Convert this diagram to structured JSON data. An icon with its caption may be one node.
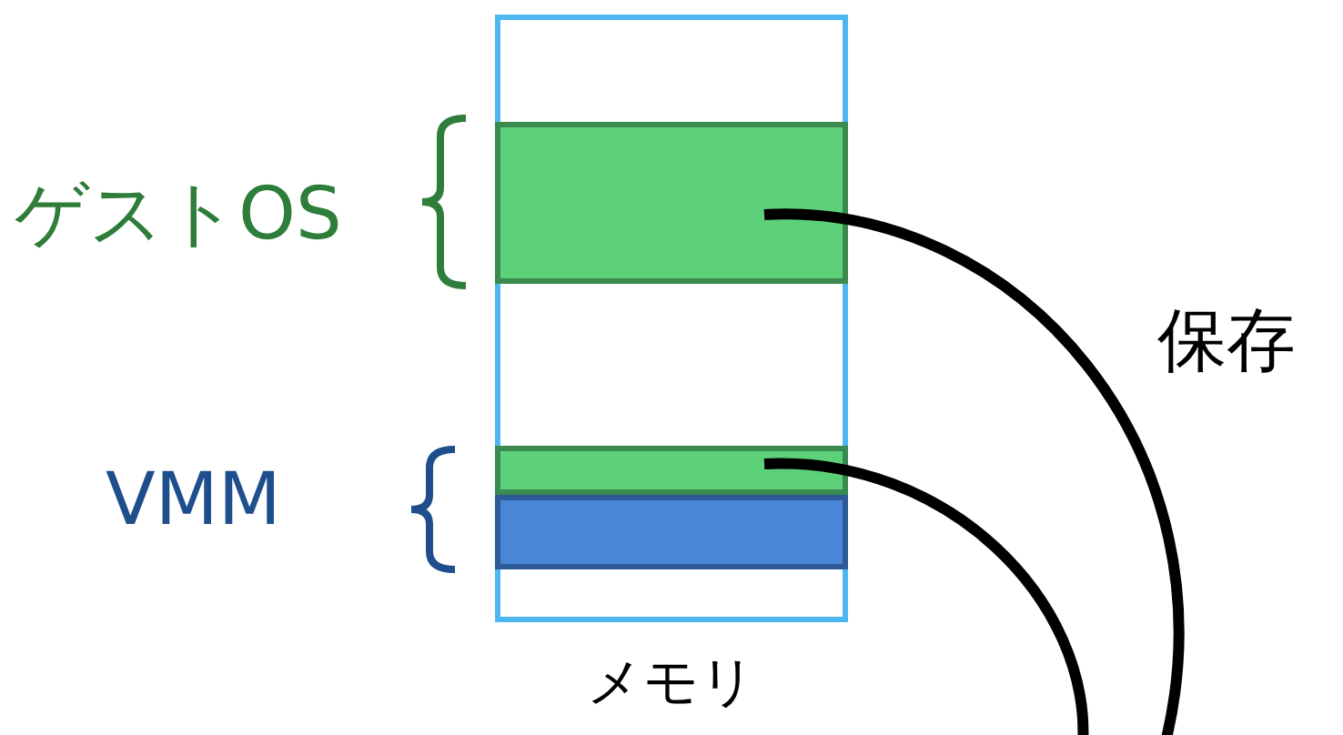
{
  "diagram": {
    "nodes": [
      {
        "text": [
          "メモリ"
        ]
      },
      {
        "text": [],
        "shape": "box",
        "in": 0,
        "beside": [
          "ゲストOS"
        ]
      },
      {
        "text": [],
        "shape": "bar",
        "in": 0
      },
      {
        "text": [],
        "shape": "bar",
        "in": 0
      }
    ],
    "edges": [
      {
        "from": 1,
        "to": null,
        "arrow": "none"
      },
      {
        "from": 2,
        "to": null,
        "arrow": "none"
      }
    ],
    "labels": [
      "VMM",
      "保存"
    ]
  }
}
